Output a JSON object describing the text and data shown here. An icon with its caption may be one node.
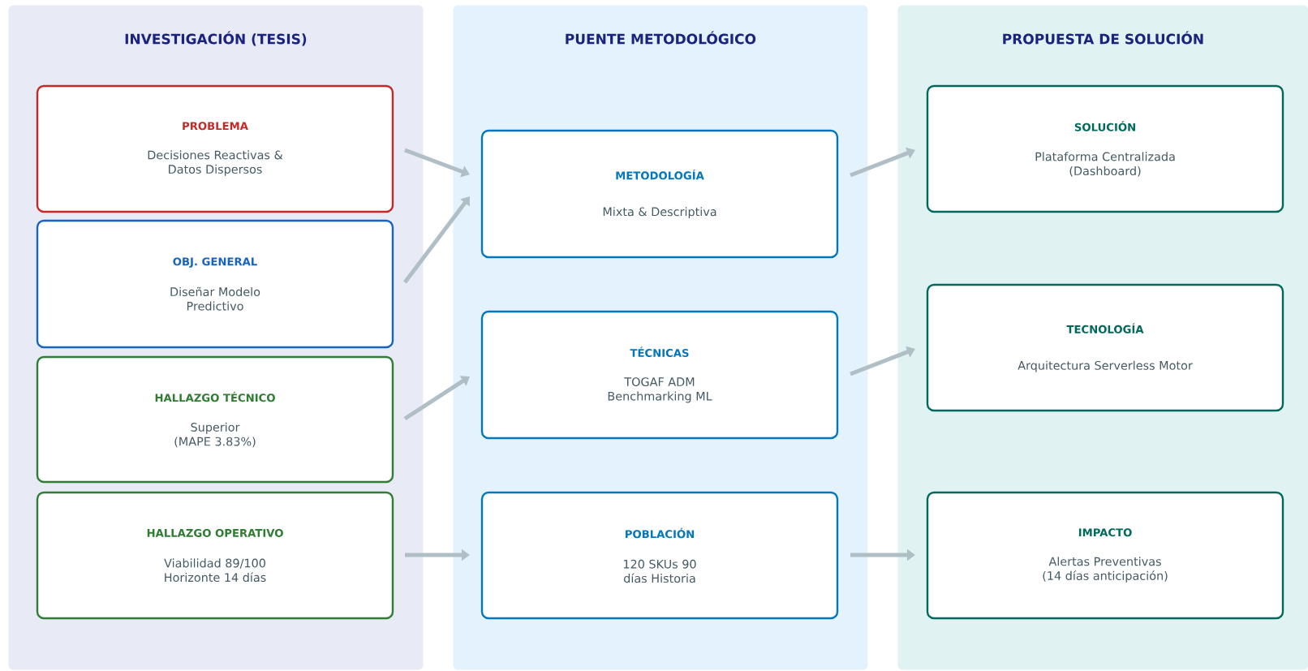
{
  "diagram": {
    "nodes": [
      {
        "text": [
          "INVESTIGACIÓN (TESIS)"
        ]
      },
      {
        "text": [
          "PUENTE METODOLÓGICO"
        ]
      },
      {
        "text": [
          "PROPUESTA DE SOLUCIÓN"
        ]
      },
      {
        "text": [
          "PROBLEMA",
          "Decisiones Reactivas & Datos Dispersos"
        ],
        "in": 0
      },
      {
        "text": [
          "OBJ. GENERAL",
          "Diseñar Modelo Predictivo"
        ],
        "in": 0
      },
      {
        "text": [
          "HALLAZGO TÉCNICO",
          "Superior (MAPE 3.83%)"
        ],
        "in": 0
      },
      {
        "text": [
          "HALLAZGO OPERATIVO",
          "Viabilidad 89/100 Horizonte 14 días"
        ],
        "in": 0
      },
      {
        "text": [
          "METODOLOGÍA",
          "Mixta & Descriptiva"
        ],
        "in": 1
      },
      {
        "text": [
          "TÉCNICAS",
          "TOGAF ADM Benchmarking ML"
        ],
        "in": 1
      },
      {
        "text": [
          "POBLACIÓN",
          "120 SKUs 90 días Historia"
        ],
        "in": 1
      },
      {
        "text": [
          "SOLUCIÓN",
          "Plataforma Centralizada (Dashboard)"
        ],
        "in": 2
      },
      {
        "text": [
          "TECNOLOGÍA",
          "Arquitectura Serverless Motor"
        ],
        "in": 2
      },
      {
        "text": [
          "IMPACTO",
          "Alertas Preventivas (14 días anticipación)"
        ],
        "in": 2
      }
    ],
    "edges": [
      {
        "from": 3,
        "to": 7,
        "arrow": "to"
      },
      {
        "from": 4,
        "to": 7,
        "arrow": "to"
      },
      {
        "from": 5,
        "to": 8,
        "arrow": "to"
      },
      {
        "from": 6,
        "to": 9,
        "arrow": "to"
      },
      {
        "from": 7,
        "to": 10,
        "arrow": "to"
      },
      {
        "from": 8,
        "to": 11,
        "arrow": "to"
      },
      {
        "from": 9,
        "to": 12,
        "arrow": "to"
      }
    ]
  }
}
